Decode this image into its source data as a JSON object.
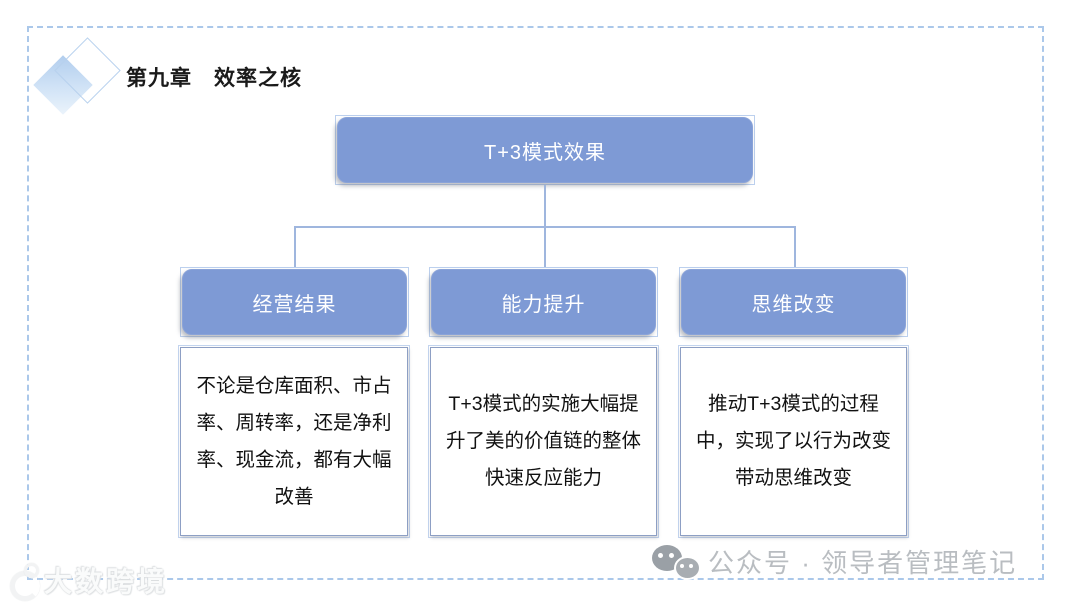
{
  "header": {
    "title": "第九章　效率之核"
  },
  "diagram": {
    "type": "org-chart",
    "root_label": "T+3模式效果",
    "branches": [
      {
        "label": "经营结果",
        "desc": "不论是仓库面积、市占率、周转率，还是净利率、现金流，都有大幅改善"
      },
      {
        "label": "能力提升",
        "desc": "T+3模式的实施大幅提升了美的价值链的整体快速反应能力"
      },
      {
        "label": "思维改变",
        "desc": "推动T+3模式的过程中，实现了以行为改变带动思维改变"
      }
    ]
  },
  "watermarks": {
    "bottom_left": "大数跨境",
    "bottom_right": "公众号 · 领导者管理笔记"
  },
  "icons": {
    "header_icon": "diamond-icon",
    "bottom_right_icon": "wechat-icon"
  },
  "colors": {
    "node_fill": "#7E9AD5",
    "node_text": "#FFFFFF",
    "connector": "#9FB6DE",
    "placeholder_frame": "#BCD0EE",
    "desc_border": "#8D9FC4",
    "slide_dashed_border": "#ABC8EA",
    "watermark_gray": "#B9BDC1",
    "title_text": "#1A1A1A"
  }
}
